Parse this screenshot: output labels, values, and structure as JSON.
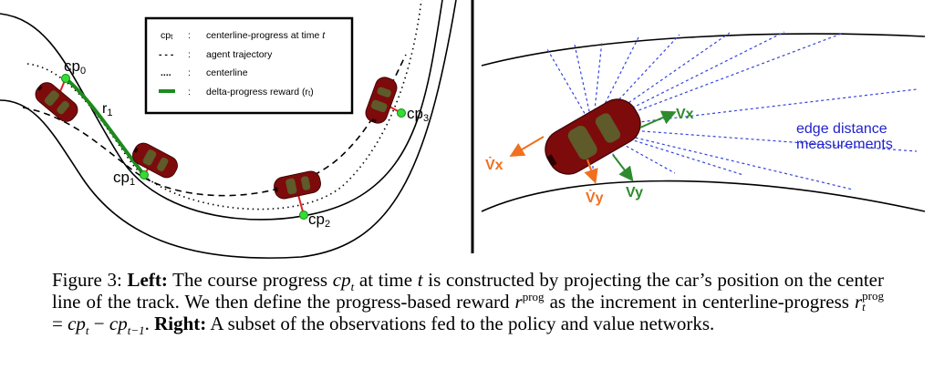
{
  "legend": {
    "rows": [
      {
        "key": "cp",
        "key_sub": "t",
        "sep": ":",
        "text": "centerline-progress at time ",
        "text_italic": "t"
      },
      {
        "key": "- - -",
        "sep": ":",
        "text": "agent trajectory"
      },
      {
        "key": "....",
        "sep": ":",
        "text": "centerline"
      },
      {
        "key": "",
        "sep": ":",
        "text": "delta-progress reward (r",
        "text_sub": "t",
        "text_end": ")"
      }
    ]
  },
  "left_labels": {
    "cp0": "cp",
    "cp0_sub": "0",
    "cp1": "cp",
    "cp1_sub": "1",
    "cp2": "cp",
    "cp2_sub": "2",
    "cp3": "cp",
    "cp3_sub": "3",
    "r1": "r",
    "r1_sub": "1"
  },
  "right_labels": {
    "vx": "Vx",
    "vy": "Vy",
    "vx_dot": "V̇x",
    "vy_dot": "V̇y",
    "edge_line1": "edge distance",
    "edge_line2": "measurements"
  },
  "colors": {
    "car_body": "#7d0b0b",
    "car_window": "#5e5a2a",
    "reward_green": "#1d8a1d",
    "cp_point": "#33dd33",
    "projection_red": "#dd2222",
    "velocity_green": "#2e8b2e",
    "accel_orange": "#f07020",
    "ray_blue": "#3344dd"
  },
  "caption": {
    "fig": "Figure 3: ",
    "left": "Left:",
    "p1": " The course progress ",
    "cp": "cp",
    "t": "t",
    "p2": " at time ",
    "p3": " is constructed by projecting the car’s position on the center line of the track. We then define the progress-based reward ",
    "r": "r",
    "prog": "prog",
    "p4": " as the increment in centerline-progress ",
    "eq_mid": " = ",
    "minus": " − ",
    "tm1": "t−1",
    "p5": ". ",
    "right": "Right:",
    "p6": " A subset of the observations fed to the policy and value networks."
  }
}
